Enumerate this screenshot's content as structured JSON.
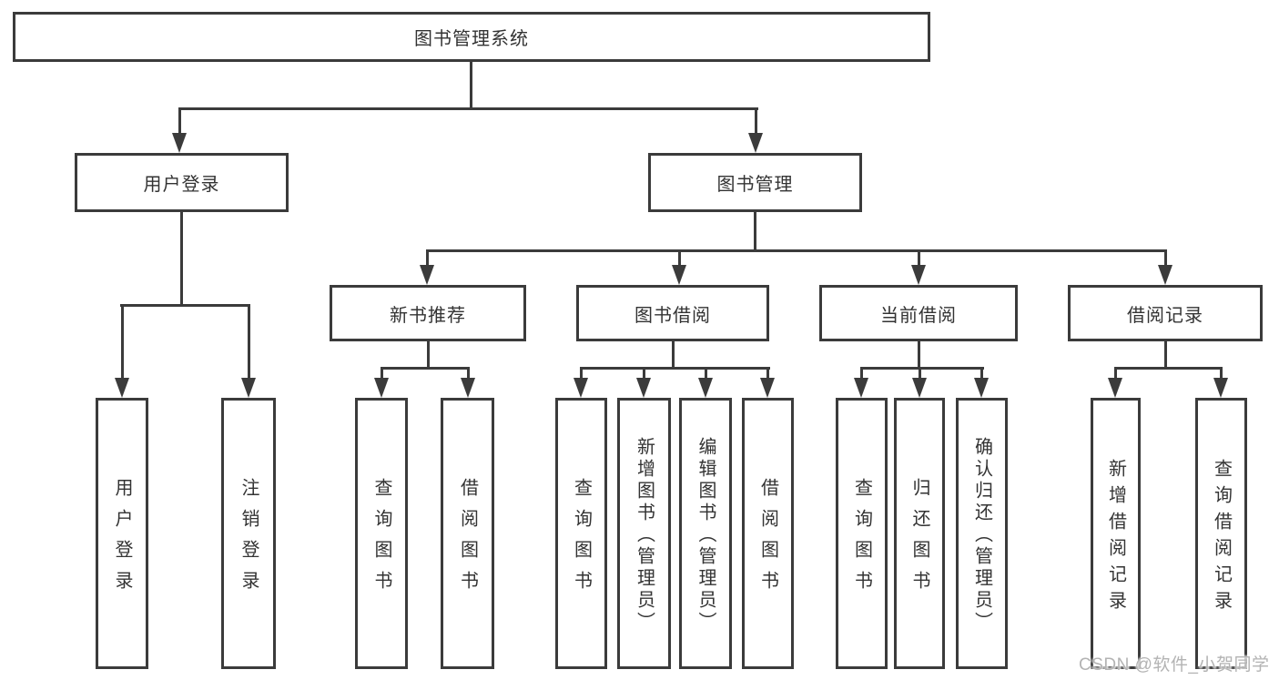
{
  "diagram": {
    "root": {
      "label": "图书管理系统"
    },
    "level2": [
      {
        "label": "用户登录"
      },
      {
        "label": "图书管理"
      }
    ],
    "level3": [
      {
        "label": "新书推荐"
      },
      {
        "label": "图书借阅"
      },
      {
        "label": "当前借阅"
      },
      {
        "label": "借阅记录"
      }
    ],
    "leaves": {
      "user_login": [
        "用户登录",
        "注销登录"
      ],
      "recommend": [
        "查询图书",
        "借阅图书"
      ],
      "borrow": [
        "查询图书",
        "新增图书（管理员）",
        "编辑图书（管理员）",
        "借阅图书"
      ],
      "current": [
        "查询图书",
        "归还图书",
        "确认归还（管理员）"
      ],
      "records": [
        "新增借阅记录",
        "查询借阅记录"
      ]
    }
  },
  "watermark": {
    "text": "CSDN @软件_小贺同学"
  },
  "colors": {
    "line": "#3b3b3b",
    "text": "#333333",
    "box_fill": "#ffffff",
    "background": "#ffffff",
    "watermark": "#b3b3b3"
  }
}
